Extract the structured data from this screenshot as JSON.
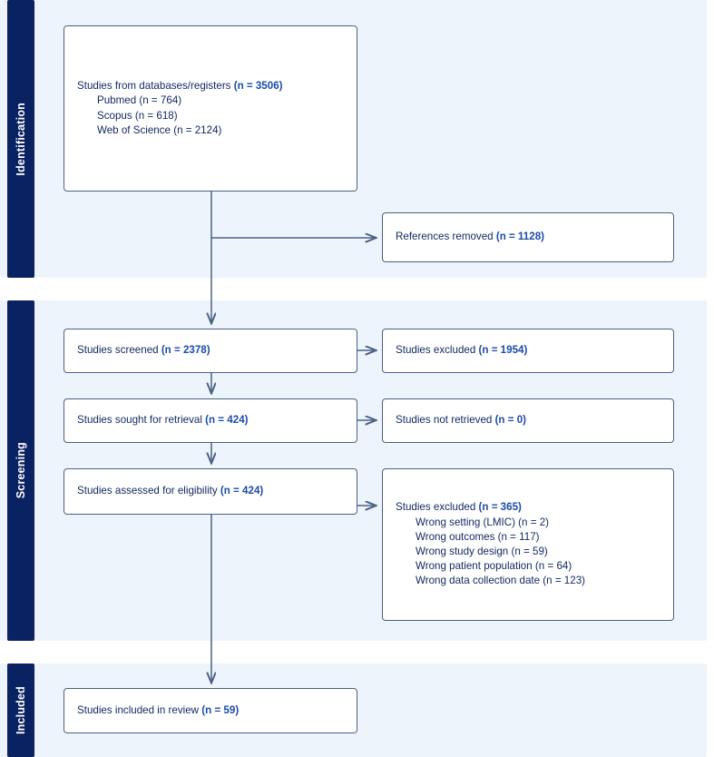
{
  "diagram": {
    "type": "prisma-flow-diagram",
    "colors": {
      "stage_band": "#0a2162",
      "panel_background": "#eef4fc",
      "box_border": "#4a6283",
      "box_fill": "#ffffff",
      "text": "#10275e",
      "count_highlight": "#1b4ba8",
      "connector": "#4a6283"
    },
    "stages": [
      {
        "key": "identification",
        "label": "Identification"
      },
      {
        "key": "screening",
        "label": "Screening"
      },
      {
        "key": "included",
        "label": "Included"
      }
    ],
    "boxes": {
      "sources": {
        "title": "Studies from databases/registers ",
        "title_count": "(n = 3506)",
        "items": [
          "Pubmed (n = 764)",
          "Scopus (n = 618)",
          "Web of Science (n = 2124)"
        ]
      },
      "references_removed": {
        "title": "References removed ",
        "title_count": "(n = 1128)"
      },
      "screened": {
        "title": "Studies screened ",
        "title_count": "(n = 2378)"
      },
      "excluded_screening": {
        "title": "Studies excluded ",
        "title_count": "(n = 1954)"
      },
      "sought_retrieval": {
        "title": "Studies sought for retrieval ",
        "title_count": "(n = 424)"
      },
      "not_retrieved": {
        "title": "Studies not retrieved ",
        "title_count": "(n = 0)"
      },
      "assessed_eligibility": {
        "title": "Studies assessed for eligibility ",
        "title_count": "(n = 424)"
      },
      "excluded_eligibility": {
        "title": "Studies excluded ",
        "title_count": "(n = 365)",
        "items": [
          "Wrong setting (LMIC) (n = 2)",
          "Wrong outcomes (n = 117)",
          "Wrong study design (n = 59)",
          "Wrong patient population (n = 64)",
          "Wrong data collection date (n = 123)"
        ]
      },
      "included_review": {
        "title": "Studies included in review ",
        "title_count": "(n = 59)"
      }
    }
  }
}
